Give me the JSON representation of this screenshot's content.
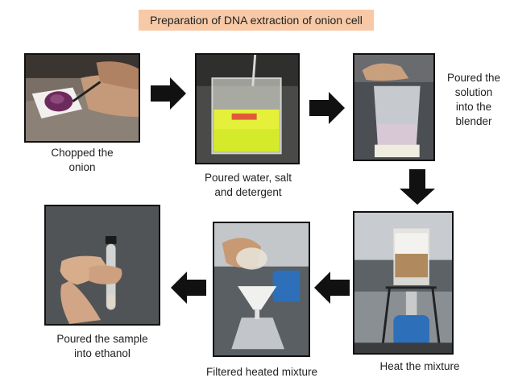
{
  "title": "Preparation of DNA extraction of onion cell",
  "steps": [
    {
      "caption_lines": [
        "Chopped the",
        "onion"
      ],
      "image": "chopping-onion-photo"
    },
    {
      "caption_lines": [
        "Poured water, salt",
        "and detergent"
      ],
      "image": "beaker-photo"
    },
    {
      "caption_lines": [
        "Poured the",
        "solution",
        "into the",
        "blender"
      ],
      "image": "blender-photo"
    },
    {
      "caption_lines": [
        "Heat the mixture"
      ],
      "image": "heating-photo"
    },
    {
      "caption_lines": [
        "Filtered heated mixture"
      ],
      "image": "filtering-photo"
    },
    {
      "caption_lines": [
        "Poured the sample",
        "into ethanol"
      ],
      "image": "test-tube-photo"
    }
  ],
  "colors": {
    "title_bg": "#f7c9a7",
    "arrow": "#111111",
    "border": "#111111"
  },
  "arrows": [
    "right-arrow",
    "right-arrow",
    "down-arrow",
    "left-arrow",
    "left-arrow"
  ]
}
